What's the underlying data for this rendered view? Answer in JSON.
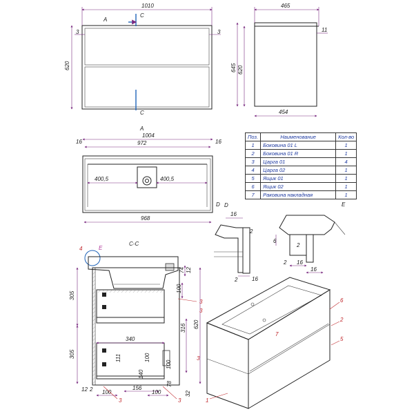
{
  "front_view": {
    "width": "1010",
    "height": "620",
    "gap_left": "3",
    "gap_right": "3",
    "section_marks": [
      "A",
      "C",
      "C"
    ]
  },
  "side_view": {
    "depth": "465",
    "body_depth": "454",
    "height_total": "645",
    "height_body": "620",
    "overhang": "11"
  },
  "top_view": {
    "title": "A",
    "overall": "1004",
    "inner": "972",
    "bottom": "968",
    "left_offset": "16",
    "right_offset": "16",
    "half_left": "400,5",
    "half_right": "400,5"
  },
  "spec_table": {
    "headers": [
      "Поз.",
      "Наименование",
      "Кол-во"
    ],
    "rows": [
      [
        "1",
        "Боковина 01 L",
        "1"
      ],
      [
        "2",
        "Боковина 01 R",
        "1"
      ],
      [
        "3",
        "Царга 01",
        "4"
      ],
      [
        "4",
        "Царга 02",
        "1"
      ],
      [
        "5",
        "Ящик 01",
        "1"
      ],
      [
        "6",
        "Ящик 02",
        "1"
      ],
      [
        "7",
        "Раковина накладная",
        "1"
      ]
    ]
  },
  "detail_d": {
    "title_a": "D",
    "title_b": "D",
    "dim_top": "16",
    "dim_side": "2",
    "dim_bottom": "16",
    "dim_low": "2"
  },
  "detail_e": {
    "title": "E",
    "dim_a": "6",
    "dim_b": "2",
    "dim_c": "2",
    "dim_d": "16",
    "dim_e": "16"
  },
  "section_cc": {
    "title": "C-C",
    "marker_e": "E",
    "marker_4": "4",
    "labels": {
      "h305_top": "305",
      "h305_bot": "305",
      "h74": "74",
      "h12": "12",
      "h100_top": "100",
      "h620": "620",
      "h316": "316",
      "w340": "340",
      "h111": "111",
      "h100_mid": "100",
      "h140": "140",
      "h100_right": "100",
      "h78": "78",
      "h32": "32",
      "d12": "12",
      "d2": "2",
      "w100": "100",
      "w156": "156",
      "w100b": "100",
      "num3a": "3",
      "num3b": "3",
      "num3c": "3",
      "num3d": "3",
      "num3e": "3"
    }
  },
  "iso_view": {
    "num1": "1",
    "num2": "2",
    "num5": "5",
    "num6": "6",
    "num7": "7"
  },
  "colors": {
    "dimension": "#7a2a80",
    "callout": "#c0282d",
    "cutline": "#1f63b8",
    "table_text": "#1e3aa0"
  }
}
